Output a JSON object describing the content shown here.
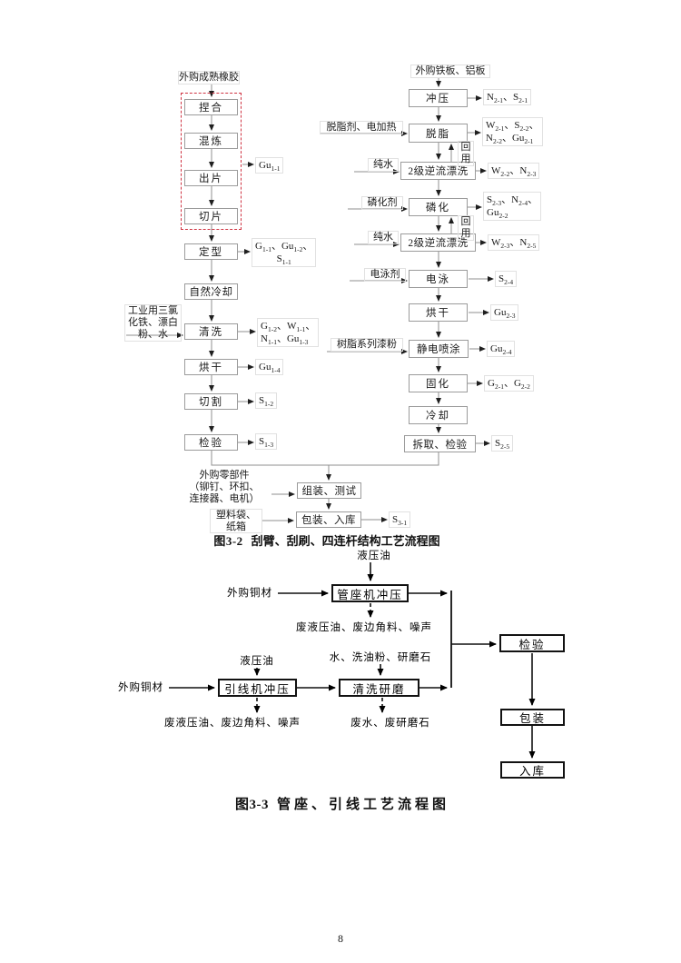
{
  "page": {
    "number": "8"
  },
  "fig32": {
    "caption_num": "图3-2",
    "caption_text": "刮臂、刮刷、四连杆结构工艺流程图",
    "left": {
      "source": "外购成熟橡胶",
      "box_niehe": "捏合",
      "box_hunlian": "混炼",
      "box_chupian": "出片",
      "box_qiepian": "切片",
      "box_dingxing": "定型",
      "box_ziran": "自然冷却",
      "box_qingxi": "清洗",
      "box_honggan": "烘干",
      "box_qiege": "切割",
      "box_jianyan": "检验",
      "in_qingxi_l1": "工业用三氯",
      "in_qingxi_l2": "化铁、漂白",
      "in_qingxi_l3": "粉、水",
      "out_chupian": "Gu~1-1~",
      "out_dingxing_l1": "G~1-1~、Gu~1-2~、",
      "out_dingxing_l2": "S~1-1~",
      "out_qingxi_l1": "G~1-2~、W~1-1~、",
      "out_qingxi_l2": "N~1-1~、Gu~1-3~",
      "out_honggan": "Gu~1-4~",
      "out_qiege": "S~1-2~",
      "out_jianyan": "S~1-3~"
    },
    "right": {
      "source": "外购铁板、铝板",
      "box_chongya": "冲压",
      "box_tuozhi": "脱脂",
      "box_piaoxi1": "2级逆流漂洗",
      "box_linhua": "磷化",
      "box_piaoxi2": "2级逆流漂洗",
      "box_dianyong": "电泳",
      "box_honggan": "烘干",
      "box_pentu": "静电喷涂",
      "box_guhua": "固化",
      "box_lengque": "冷却",
      "box_chaiqu": "拆取、检验",
      "in_tuozhi": "脱脂剂、电加热",
      "in_chunshui1": "纯水",
      "in_linhua": "磷化剂",
      "in_chunshui2": "纯水",
      "in_dianyong": "电泳剂",
      "in_pentu": "树脂系列漆粉",
      "recycle1_l1": "回",
      "recycle1_l2": "用",
      "recycle2_l1": "回",
      "recycle2_l2": "用",
      "out_chongya": "N~2-1~、S~2-1~",
      "out_tuozhi_l1": "W~2-1~、S~2-2~、",
      "out_tuozhi_l2": "N~2-2~、Gu~2-1~",
      "out_piaoxi1": "W~2-2~、N~2-3~",
      "out_linhua_l1": "S~2-3~、N~2-4~、",
      "out_linhua_l2": "Gu~2-2~",
      "out_piaoxi2": "W~2-3~、N~2-5~",
      "out_dianyong": "S~2-4~",
      "out_honggan": "Gu~2-3~",
      "out_pentu": "Gu~2-4~",
      "out_guhua": "G~2-1~、G~2-2~",
      "out_chaiqu": "S~2-5~"
    },
    "bottom": {
      "parts_l1": "外购零部件",
      "parts_l2": "（铆钉、环扣、",
      "parts_l3": "连接器、电机）",
      "box_zuzhuang": "组装、测试",
      "bag_l1": "塑料袋、",
      "bag_l2": "纸箱",
      "box_baozhuang": "包装、入库",
      "out_s31": "S~3-1~"
    }
  },
  "fig33": {
    "caption_num": "图3-3",
    "caption_text": "管座、引线工艺流程图",
    "in_yeyayou1": "液压油",
    "in_tongcai1": "外购铜材",
    "box_guanzuo": "管座机冲压",
    "waste1": "废液压油、废边角料、噪声",
    "in_shui": "水、洗油粉、研磨石",
    "in_yeyayou2": "液压油",
    "in_tongcai2": "外购铜材",
    "box_yinxian": "引线机冲压",
    "box_qingxiyanmo": "清洗研磨",
    "waste2": "废液压油、废边角料、噪声",
    "waste3": "废水、废研磨石",
    "box_jianyan": "检验",
    "box_baozhuang": "包装",
    "box_ruku": "入库"
  }
}
